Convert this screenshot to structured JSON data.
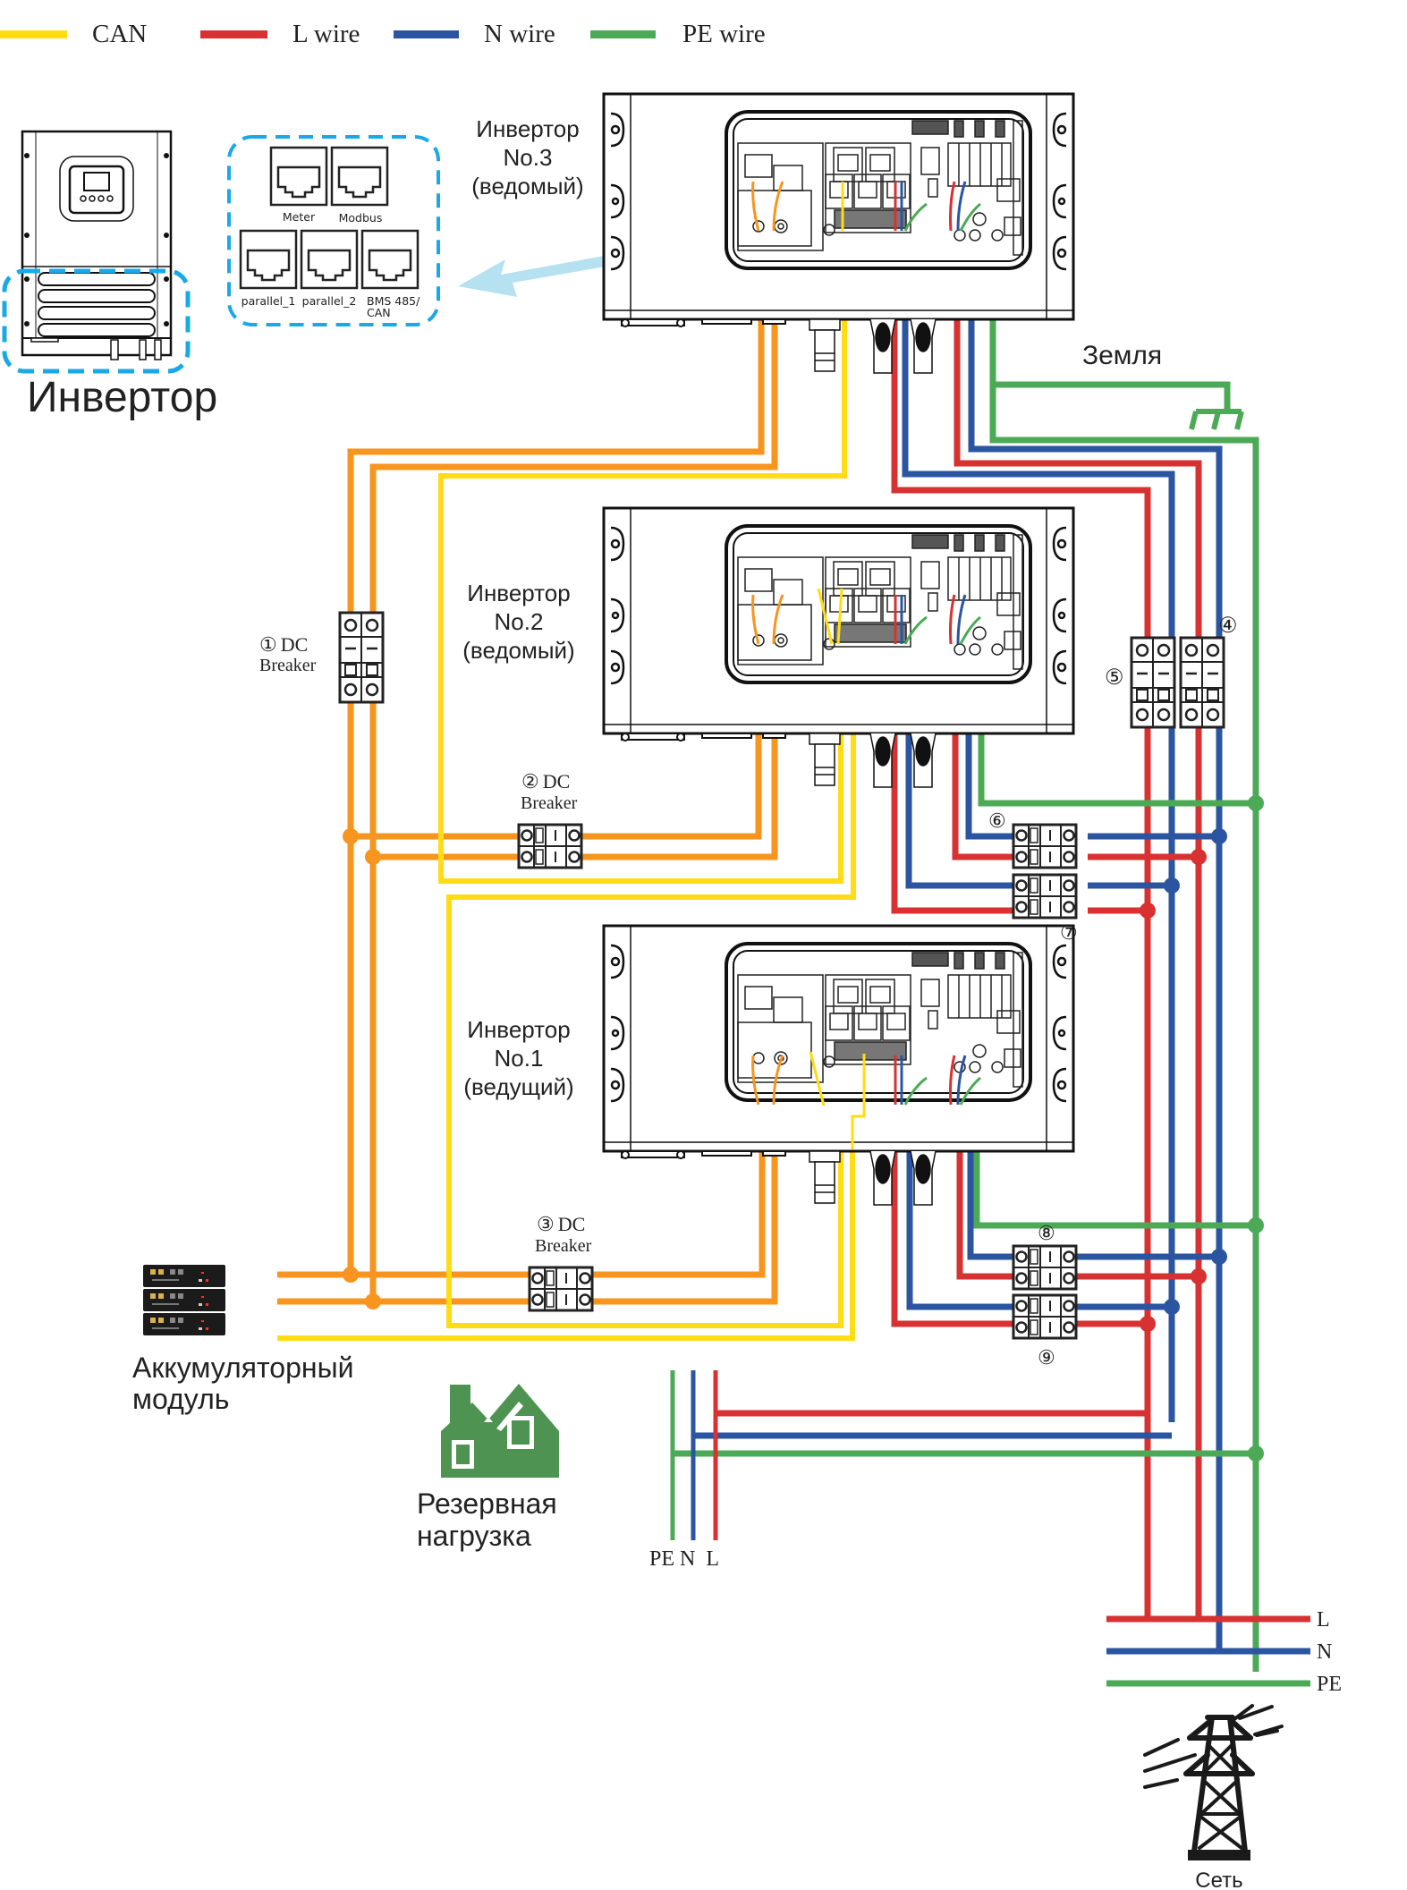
{
  "colors": {
    "can": "#FFDC14",
    "l_wire": "#D83131",
    "n_wire": "#2B55A0",
    "pe_wire": "#4CAA56",
    "dc": "#F7951E",
    "highlight": "#1AA9E6",
    "house": "#4E9352",
    "ink": "#1a1a1a"
  },
  "legend": [
    {
      "key": "can",
      "label": "CAN"
    },
    {
      "key": "l_wire",
      "label": "L wire"
    },
    {
      "key": "n_wire",
      "label": "N wire"
    },
    {
      "key": "pe_wire",
      "label": "PE wire"
    }
  ],
  "overview": {
    "label": "Инвертор",
    "ports": {
      "top": [
        "Meter",
        "Modbus"
      ],
      "bottom": [
        "parallel_1",
        "parallel_2",
        "BMS 485/\nCAN"
      ],
      "bms_line1": "BMS 485/",
      "bms_line2": "CAN"
    }
  },
  "inverters": [
    {
      "id": "inv3",
      "line1": "Инвертор",
      "line2": "No.3",
      "line3": "(ведомый)"
    },
    {
      "id": "inv2",
      "line1": "Инвертор",
      "line2": "No.2",
      "line3": "(ведомый)"
    },
    {
      "id": "inv1",
      "line1": "Инвертор",
      "line2": "No.1",
      "line3": "(ведущий)"
    }
  ],
  "ground_label": "Земля",
  "dc_breakers": [
    {
      "num": "①",
      "line1": "DC",
      "line2": "Breaker"
    },
    {
      "num": "②",
      "line1": "DC",
      "line2": "Breaker"
    },
    {
      "num": "③",
      "line1": "DC",
      "line2": "Breaker"
    }
  ],
  "ac_breaker_numbers": [
    "④",
    "⑤",
    "⑥",
    "⑦",
    "⑧",
    "⑨"
  ],
  "battery": {
    "line1": "Аккумуляторный",
    "line2": "модуль"
  },
  "backup_load": {
    "line1": "Резервная",
    "line2": "нагрузка",
    "terminals": "PE N  L"
  },
  "grid_bus": {
    "l": "L",
    "n": "N",
    "pe": "PE"
  },
  "grid_label": "Сеть"
}
